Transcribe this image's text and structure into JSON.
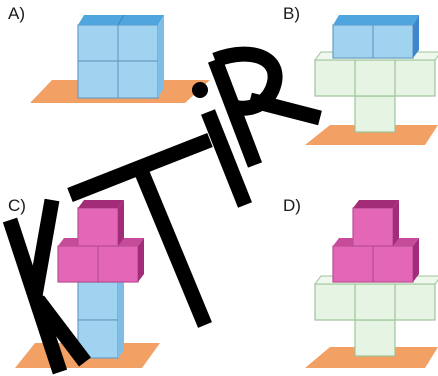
{
  "options": [
    {
      "label": "A)"
    },
    {
      "label": "B)"
    },
    {
      "label": "C)"
    },
    {
      "label": "D)"
    }
  ],
  "watermark": {
    "text": "KTiR",
    "color": "#000000"
  },
  "colors": {
    "base": "#f2a063",
    "blue": "#9fd3f0",
    "blue_side": "#4a8fd6",
    "green": "#e6f5e3",
    "pink": "#e466b6",
    "pink_dark": "#a22c77"
  }
}
